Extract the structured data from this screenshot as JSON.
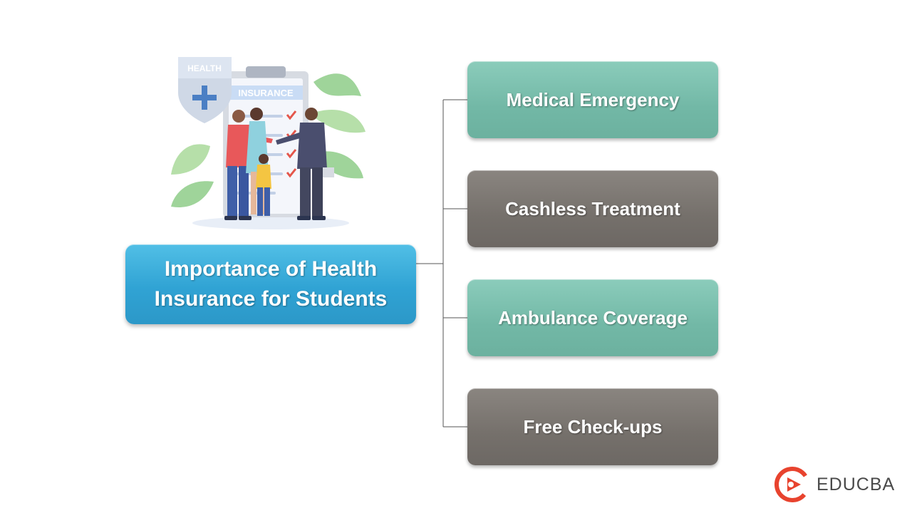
{
  "illustration": {
    "shield_label": "HEALTH",
    "clipboard_label": "INSURANCE"
  },
  "main": {
    "title": "Importance of Health Insurance for Students",
    "color": "#36aad9"
  },
  "branches": [
    {
      "label": "Medical Emergency",
      "color": "#74baa8"
    },
    {
      "label": "Cashless Treatment",
      "color": "#77726d"
    },
    {
      "label": "Ambulance Coverage",
      "color": "#74baa8"
    },
    {
      "label": "Free Check-ups",
      "color": "#77726d"
    }
  ],
  "brand": {
    "name": "EDUCBA",
    "icon": "educba-logo-icon",
    "accent": "#e8432e"
  }
}
